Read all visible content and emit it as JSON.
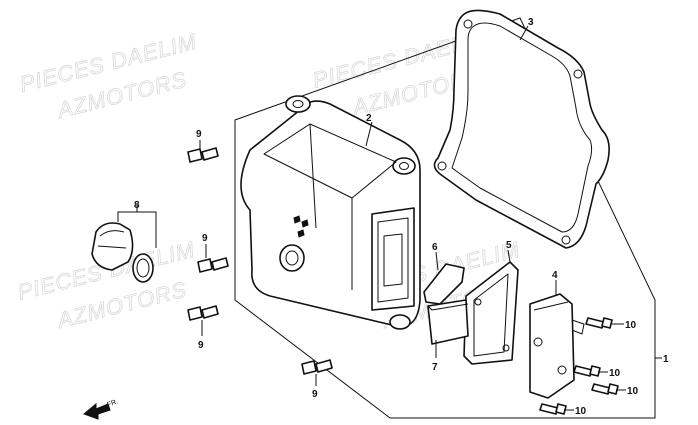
{
  "watermarks": [
    "PIECES DAELIM",
    "AZMOTORS"
  ],
  "callouts": {
    "c1": "1",
    "c2": "2",
    "c3": "3",
    "c4": "4",
    "c5": "5",
    "c6": "6",
    "c7": "7",
    "c8": "8",
    "c9a": "9",
    "c9b": "9",
    "c9c": "9",
    "c9d": "9",
    "c10a": "10",
    "c10b": "10",
    "c10c": "10",
    "c10d": "10"
  },
  "direction_label": "FR."
}
